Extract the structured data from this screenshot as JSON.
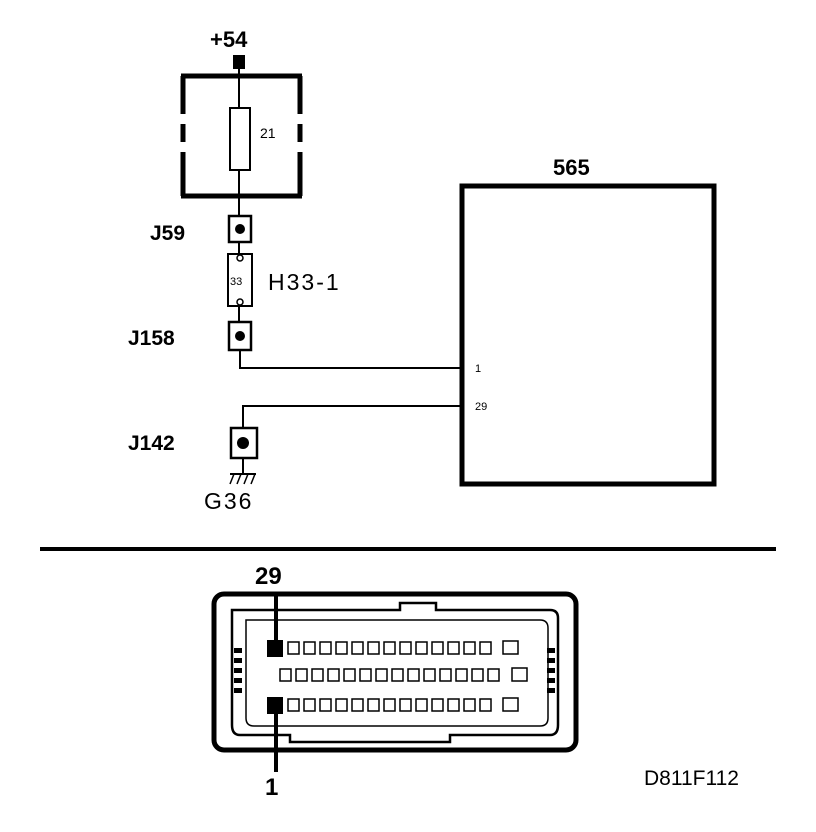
{
  "diagram": {
    "supply_label": "+54",
    "fuse_number": "21",
    "connector_j59": "J59",
    "connector_h33": "H33-1",
    "connector_h33_pin": "33",
    "connector_j158": "J158",
    "connector_j142": "J142",
    "ground_label": "G36",
    "ecu_label": "565",
    "pin_1_label": "1",
    "pin_29_label": "29",
    "plug_pin_top": "29",
    "plug_pin_bottom": "1",
    "figure_id": "D811F112"
  }
}
